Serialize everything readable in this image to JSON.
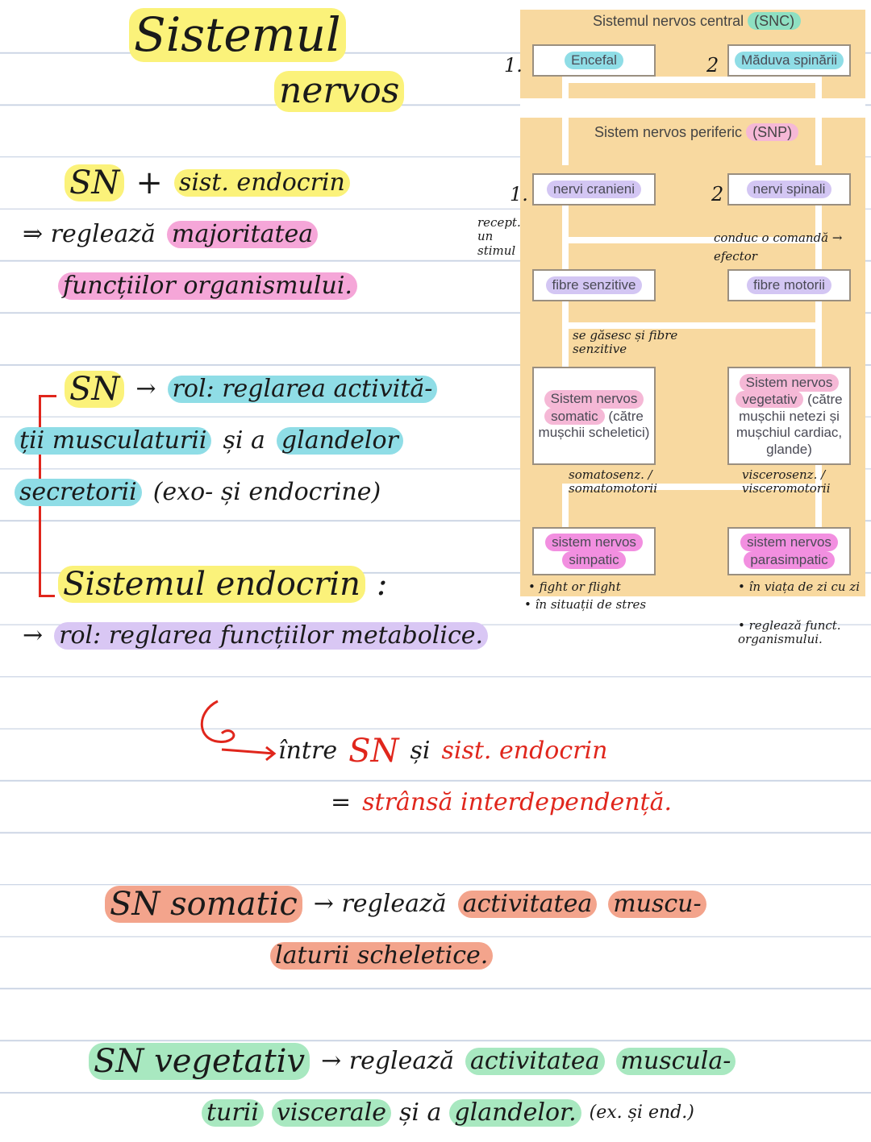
{
  "title": {
    "line1": "Sistemul",
    "line2": "nervos"
  },
  "intro": {
    "sn": "SN",
    "plus": "+",
    "endocrin": "sist. endocrin",
    "arrow": "⇒ reglează",
    "majoritatea": "majoritatea",
    "functiilor": "funcțiilor organismului."
  },
  "sn_role": {
    "sn": "SN",
    "arrow": "→",
    "rol": "rol: reglarea activită-",
    "line2a": "ții musculaturii",
    "line2b": "și a",
    "glandelor": "glandelor",
    "secretorii": "secretorii",
    "exo": "(exo- și endocrine)"
  },
  "endocrine": {
    "title": "Sistemul endocrin",
    "colon": ":",
    "arrow": "→",
    "rol": "rol: reglarea funcțiilor metabolice."
  },
  "relation": {
    "intre": "între",
    "sn": "SN",
    "si": "și",
    "sist": "sist. endocrin",
    "eq": "=",
    "interdep": "strânsă interdependență."
  },
  "somatic": {
    "sn": "SN somatic",
    "arrow": "→ reglează",
    "activitatea": "activitatea",
    "muscu": "muscu-",
    "line2": "laturii scheletice."
  },
  "vegetativ": {
    "sn": "SN vegetativ",
    "arrow": "→ reglează",
    "activitatea": "activitatea",
    "muscula": "musculа-",
    "turii": "turii",
    "viscerale": "viscerale",
    "si": "și a",
    "glandelor": "glandelor.",
    "ex": "(ex. și end.)"
  },
  "diagram": {
    "snc_label": "Sistemul nervos central",
    "snc_abbr": "(SNC)",
    "num1": "1.",
    "num2": "2",
    "encefal": "Encefal",
    "maduva": "Măduva spinării",
    "snp_label": "Sistem nervos periferic",
    "snp_abbr": "(SNP)",
    "nervi_cranieni": "nervi cranieni",
    "nervi_spinali": "nervi spinali",
    "fibre_senzitive": "fibre senzitive",
    "fibre_motorii": "fibre motorii",
    "somatic_a": "Sistem nervos",
    "somatic_b": "somatic",
    "somatic_c": "(către mușchii scheletici)",
    "vegetativ_a": "Sistem nervos",
    "vegetativ_b": "vegetativ",
    "vegetativ_c": "(către mușchii netezi și mușchiul cardiac, glande)",
    "simpatic_a": "sistem nervos",
    "simpatic_b": "simpatic",
    "parasimpatic_a": "sistem nervos",
    "parasimpatic_b": "parasimpatic"
  },
  "annotations": {
    "recept": "recept. un stimul",
    "conduc": "conduc o comandă → efector",
    "se_gasesc": "se găsesc și fibre senzitive",
    "somato": "somatosenz. / somatomotorii",
    "viscero": "viscerosenz. / visceromotorii",
    "simpatic_notes": [
      "• fight or flight",
      "• în situații de stres"
    ],
    "parasimpatic_notes": [
      "• în viața de zi cu zi",
      "• reglează funct. organismului."
    ]
  },
  "colors": {
    "yellow": "#fbf27a",
    "pink": "#f5a6d8",
    "blue": "#8fdde6",
    "lilac": "#d9c7f4",
    "salmon": "#f3a48c",
    "green": "#a8e8c0",
    "red": "#e0261c",
    "diagram_bg": "#f8d9a0"
  }
}
